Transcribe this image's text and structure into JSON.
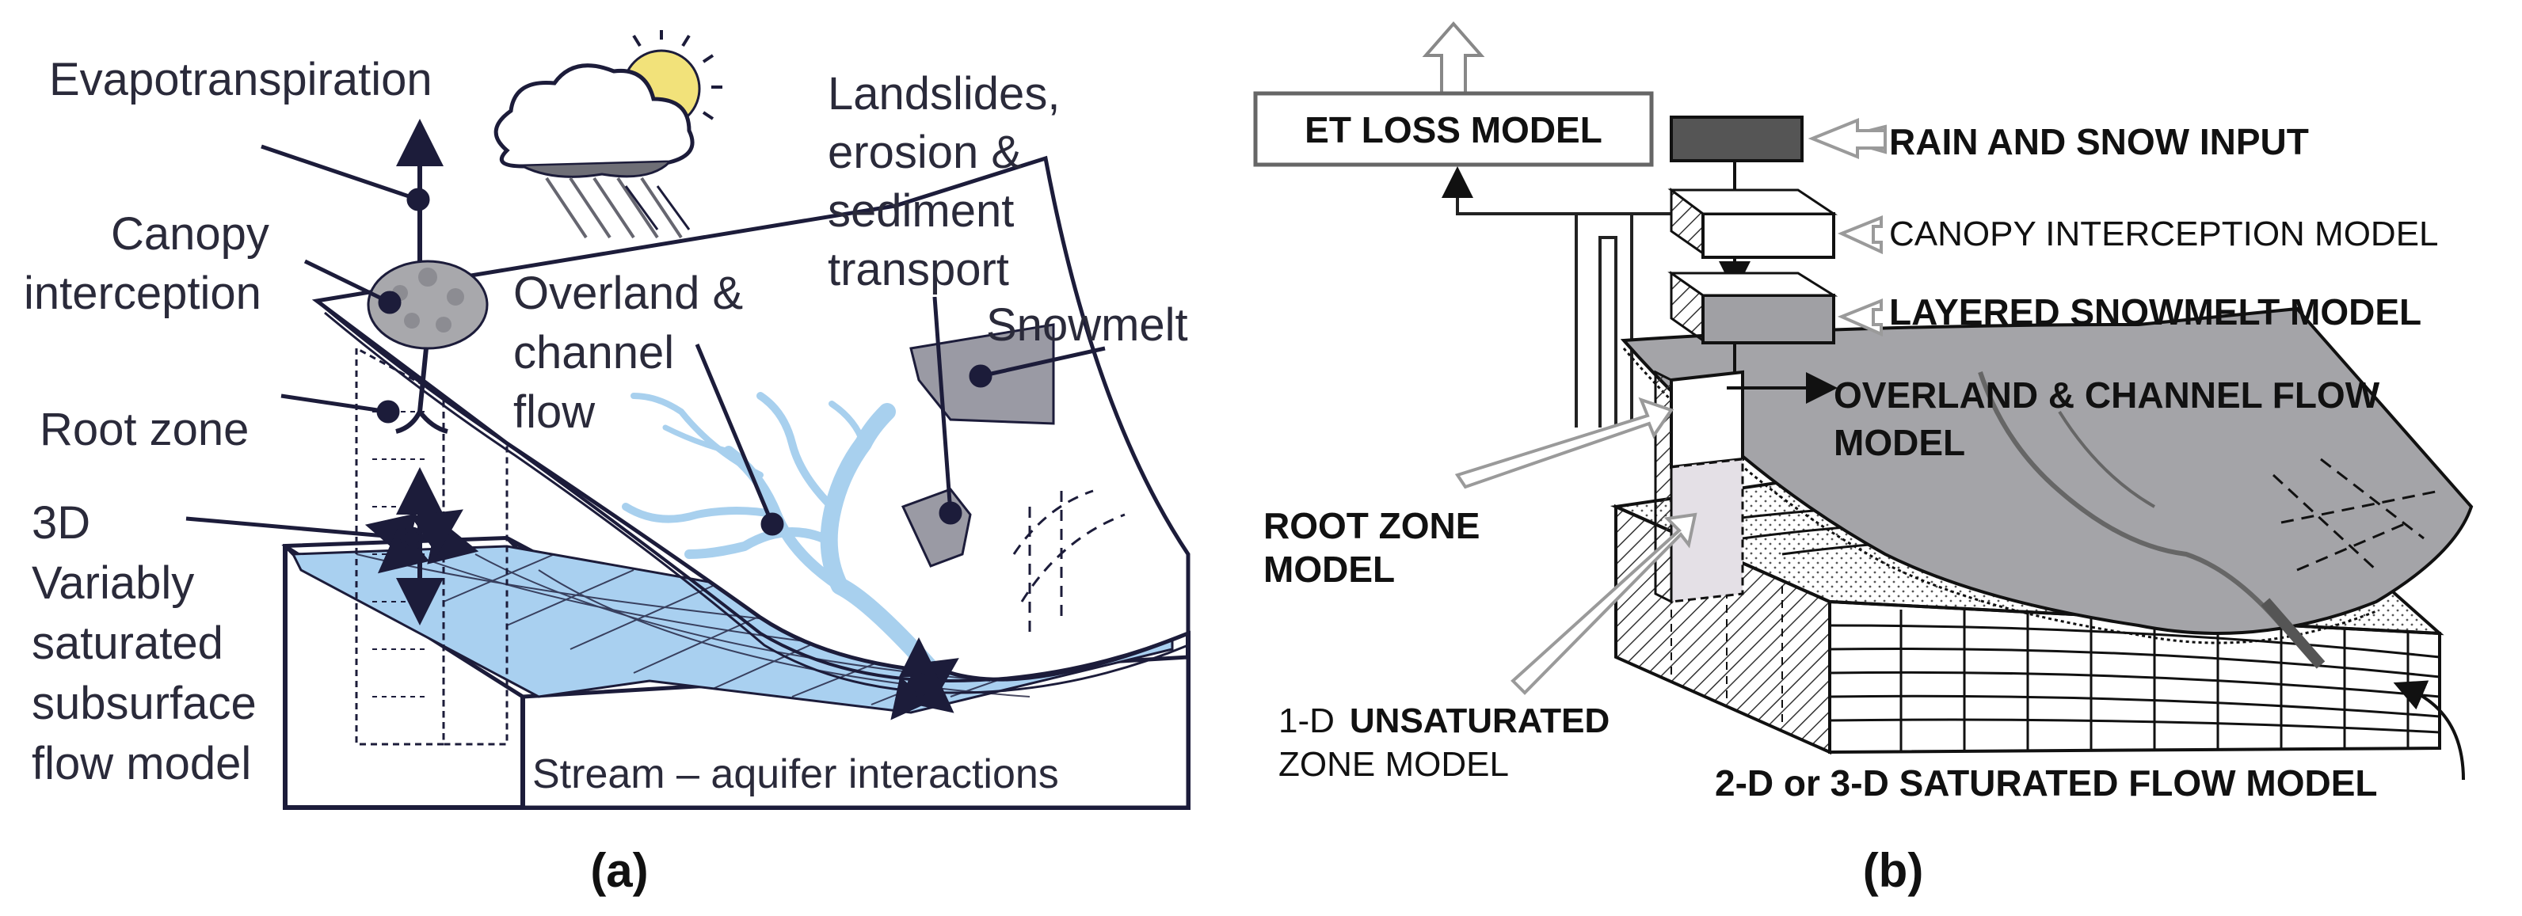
{
  "panel_a": {
    "caption": "(a)",
    "labels": {
      "evapotranspiration": "Evapotranspiration",
      "canopy_1": "Canopy",
      "canopy_2": "interception",
      "overland_1": "Overland &",
      "overland_2": "channel",
      "overland_3": "flow",
      "landslides_1": "Landslides,",
      "landslides_2": "erosion &",
      "landslides_3": "sediment",
      "landslides_4": "transport",
      "snowmelt": "Snowmelt",
      "root_zone": "Root zone",
      "subsurface_1": "3D",
      "subsurface_2": "Variably",
      "subsurface_3": "saturated",
      "subsurface_4": "subsurface",
      "subsurface_5": "flow model",
      "stream": "Stream – aquifer interactions"
    },
    "colors": {
      "water": "#a9d0f0",
      "stream": "#a8d0ee",
      "sun": "#f2e27a",
      "ink": "#1c1c3a",
      "snow_patch": "#9a9aa4"
    }
  },
  "panel_b": {
    "caption": "(b)",
    "labels": {
      "et_loss": "ET LOSS MODEL",
      "rain_snow": "RAIN AND SNOW INPUT",
      "canopy": "CANOPY INTERCEPTION MODEL",
      "snowmelt": "LAYERED SNOWMELT MODEL",
      "overland_1": "OVERLAND & CHANNEL FLOW",
      "overland_2": "MODEL",
      "root_1": "ROOT ZONE",
      "root_2": "MODEL",
      "unsat_prefix": "1-D",
      "unsat_bold": "UNSATURATED",
      "unsat_2": "ZONE MODEL",
      "saturated": "2-D or 3-D SATURATED FLOW MODEL"
    },
    "colors": {
      "surface": "#a4a4a8",
      "rain_box": "#555555",
      "root_box": "#e4e0e6"
    }
  }
}
